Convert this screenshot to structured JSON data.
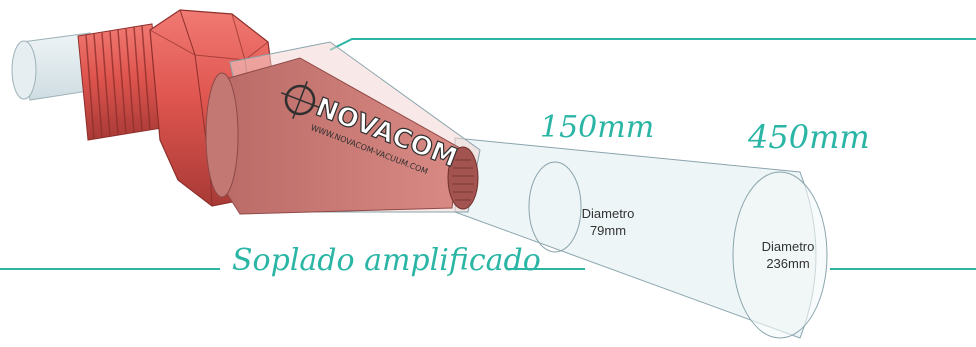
{
  "labels": {
    "distance_near": "150mm",
    "distance_far": "450mm",
    "tagline": "Soplado amplificado"
  },
  "measurements": {
    "near_label": "Diametro",
    "near_value": "79mm",
    "far_label": "Diametro",
    "far_value": "236mm"
  },
  "logo": {
    "brand": "NOVACOM",
    "url": "WWW.NOVACOM-VACUUM.COM"
  },
  "colors": {
    "accent_teal": "#2ab5a5",
    "nozzle_red": "#e0554f",
    "cone_fill": "#e8f1f3"
  }
}
